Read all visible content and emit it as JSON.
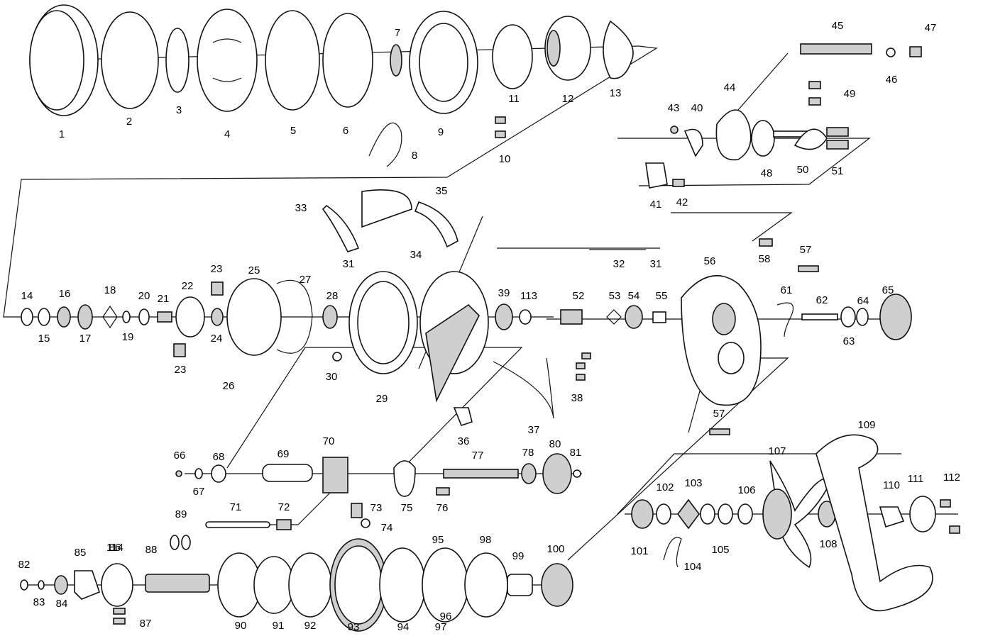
{
  "labels": [
    "1",
    "2",
    "3",
    "4",
    "5",
    "6",
    "7",
    "8",
    "9",
    "10",
    "11",
    "12",
    "13",
    "14",
    "15",
    "16",
    "17",
    "18",
    "19",
    "20",
    "21",
    "22",
    "23",
    "23",
    "24",
    "25",
    "26",
    "27",
    "28",
    "29",
    "30",
    "31",
    "31",
    "32",
    "33",
    "34",
    "35",
    "36",
    "37",
    "38",
    "39",
    "40",
    "41",
    "42",
    "43",
    "44",
    "45",
    "46",
    "47",
    "48",
    "49",
    "50",
    "51",
    "52",
    "53",
    "54",
    "55",
    "56",
    "57",
    "57",
    "58",
    "61",
    "62",
    "63",
    "64",
    "65",
    "66",
    "67",
    "68",
    "69",
    "70",
    "71",
    "72",
    "73",
    "74",
    "75",
    "76",
    "77",
    "78",
    "80",
    "81",
    "82",
    "83",
    "84",
    "85",
    "86",
    "87",
    "88",
    "89",
    "90",
    "91",
    "92",
    "93",
    "94",
    "95",
    "96",
    "97",
    "98",
    "99",
    "100",
    "101",
    "102",
    "103",
    "104",
    "105",
    "106",
    "107",
    "108",
    "109",
    "110",
    "111",
    "112",
    "113",
    "114"
  ]
}
